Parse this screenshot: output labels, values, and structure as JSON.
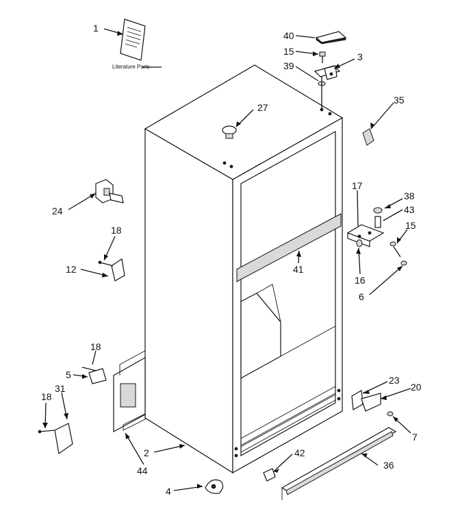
{
  "literature_label": "Literature Parts",
  "callouts": {
    "c1": "1",
    "c2": "2",
    "c3": "3",
    "c4": "4",
    "c5": "5",
    "c6": "6",
    "c7": "7",
    "c12": "12",
    "c15a": "15",
    "c15b": "15",
    "c16": "16",
    "c17": "17",
    "c18a": "18",
    "c18b": "18",
    "c18c": "18",
    "c20": "20",
    "c23": "23",
    "c24": "24",
    "c27": "27",
    "c31": "31",
    "c35": "35",
    "c36": "36",
    "c38": "38",
    "c39": "39",
    "c40": "40",
    "c41": "41",
    "c42": "42",
    "c43": "43",
    "c44": "44"
  }
}
